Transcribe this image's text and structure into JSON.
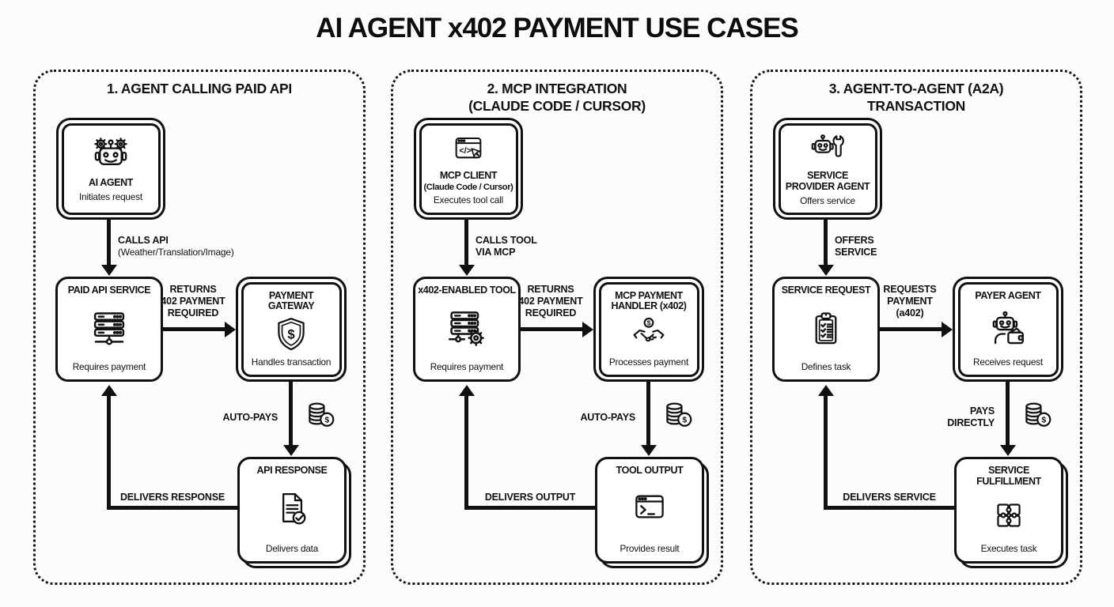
{
  "title": "AI AGENT x402 PAYMENT USE CASES",
  "colors": {
    "ink": "#111111",
    "background": "#fcfcfc",
    "box_fill": "#ffffff"
  },
  "panels": [
    {
      "header": {
        "line1": "1. AGENT CALLING PAID API",
        "line2": ""
      },
      "top_box": {
        "icon": "robot-gears-icon",
        "title": "AI AGENT",
        "title2": "",
        "subtitle": "Initiates request"
      },
      "arrow1": {
        "line1": "CALLS API",
        "line2": "(Weather/Translation/Image)"
      },
      "left_box": {
        "icon": "server-stack-icon",
        "title": "PAID API SERVICE",
        "subtitle": "Requires payment"
      },
      "right_arrow": {
        "line1": "RETURNS",
        "line2": "402 PAYMENT",
        "line3": "REQUIRED"
      },
      "right_box": {
        "icon": "shield-dollar-icon",
        "title": "PAYMENT GATEWAY",
        "subtitle": "Handles transaction"
      },
      "pay_label": {
        "line1": "AUTO-PAYS",
        "line2": ""
      },
      "coins_icon": "coins-icon",
      "bottom_box": {
        "icon": "document-check-icon",
        "title": "API RESPONSE",
        "subtitle": "Delivers data"
      },
      "return_label": "DELIVERS RESPONSE"
    },
    {
      "header": {
        "line1": "2. MCP INTEGRATION",
        "line2": "(CLAUDE CODE / CURSOR)"
      },
      "top_box": {
        "icon": "code-window-icon",
        "title": "MCP CLIENT",
        "title2": "(Claude Code / Cursor)",
        "subtitle": "Executes tool call"
      },
      "arrow1": {
        "line1": "CALLS TOOL",
        "line2": "VIA MCP"
      },
      "left_box": {
        "icon": "server-gear-icon",
        "title": "x402-ENABLED TOOL",
        "subtitle": "Requires payment"
      },
      "right_arrow": {
        "line1": "RETURNS",
        "line2": "402 PAYMENT",
        "line3": "REQUIRED"
      },
      "right_box": {
        "icon": "handshake-dollar-icon",
        "title": "MCP PAYMENT HANDLER (x402)",
        "subtitle": "Processes payment"
      },
      "pay_label": {
        "line1": "AUTO-PAYS",
        "line2": ""
      },
      "coins_icon": "coins-icon",
      "bottom_box": {
        "icon": "terminal-icon",
        "title": "TOOL OUTPUT",
        "subtitle": "Provides result"
      },
      "return_label": "DELIVERS OUTPUT"
    },
    {
      "header": {
        "line1": "3. AGENT-TO-AGENT (A2A)",
        "line2": "TRANSACTION"
      },
      "top_box": {
        "icon": "robot-wrench-icon",
        "title": "SERVICE PROVIDER AGENT",
        "title2": "",
        "subtitle": "Offers service"
      },
      "arrow1": {
        "line1": "OFFERS",
        "line2": "SERVICE"
      },
      "left_box": {
        "icon": "clipboard-checklist-icon",
        "title": "SERVICE REQUEST",
        "subtitle": "Defines task"
      },
      "right_arrow": {
        "line1": "REQUESTS",
        "line2": "PAYMENT",
        "line3": "(a402)"
      },
      "right_box": {
        "icon": "robot-wallet-icon",
        "title": "PAYER AGENT",
        "subtitle": "Receives request"
      },
      "pay_label": {
        "line1": "PAYS",
        "line2": "DIRECTLY"
      },
      "coins_icon": "coins-icon",
      "bottom_box": {
        "icon": "puzzle-icon",
        "title": "SERVICE FULFILLMENT",
        "subtitle": "Executes task"
      },
      "return_label": "DELIVERS SERVICE"
    }
  ]
}
